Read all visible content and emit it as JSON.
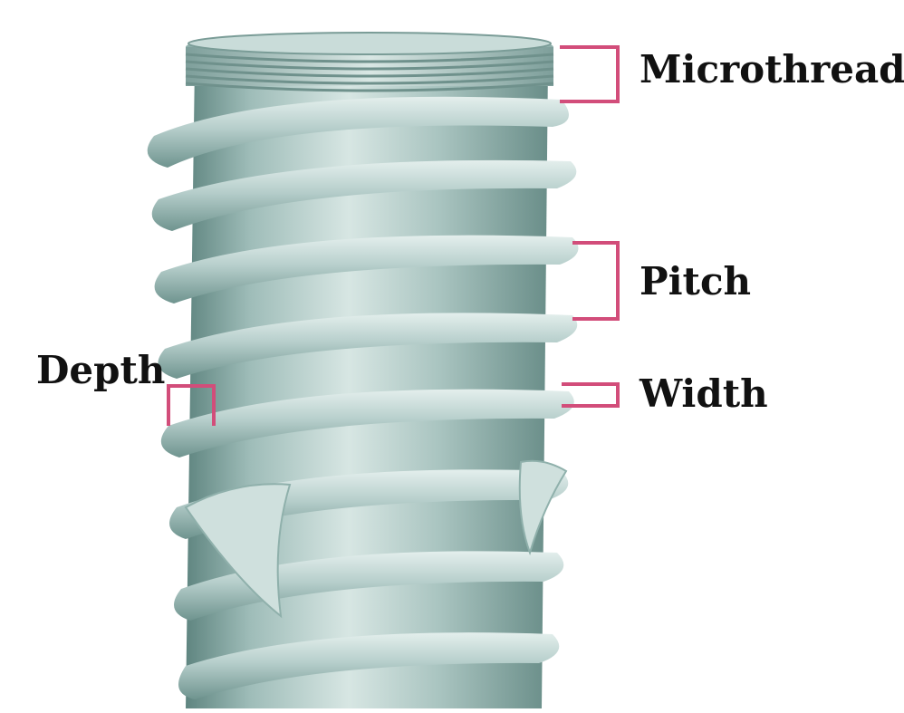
{
  "labels": {
    "microthread": "Microthread",
    "pitch": "Pitch",
    "width": "Width",
    "depth": "Depth"
  },
  "colors": {
    "bracket": "#d24d7a",
    "metal_light": "#cfe0dd",
    "metal_mid": "#9fbdb9",
    "metal_dark": "#5f8580",
    "label_text": "#111111"
  },
  "illustration": {
    "subject": "dental-implant-thread",
    "features": [
      "microthread",
      "pitch",
      "width",
      "depth"
    ]
  }
}
